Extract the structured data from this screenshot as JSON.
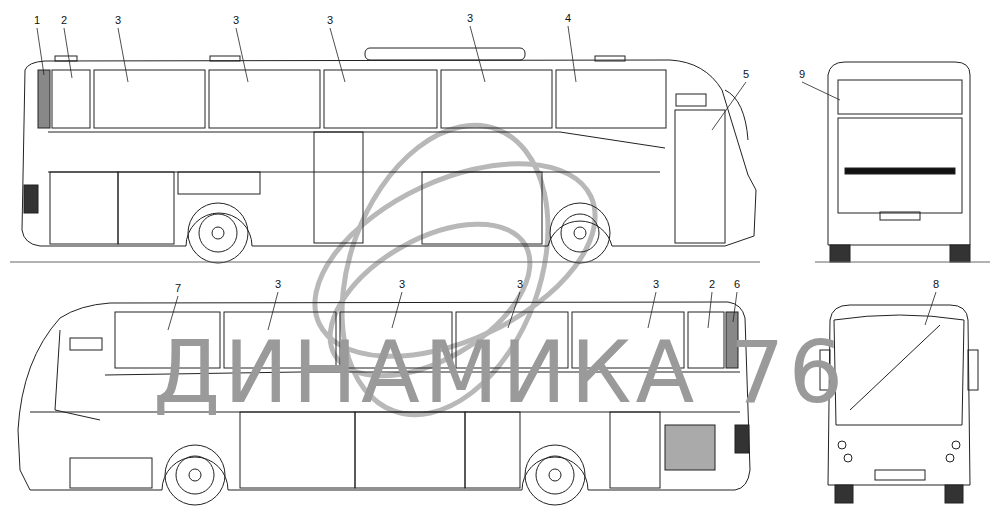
{
  "diagram": {
    "labels": [
      "1",
      "2",
      "3",
      "3",
      "3",
      "3",
      "4",
      "5",
      "9",
      "7",
      "3",
      "3",
      "3",
      "3",
      "2",
      "6",
      "8",
      "ДИНАМИКА 76"
    ]
  }
}
